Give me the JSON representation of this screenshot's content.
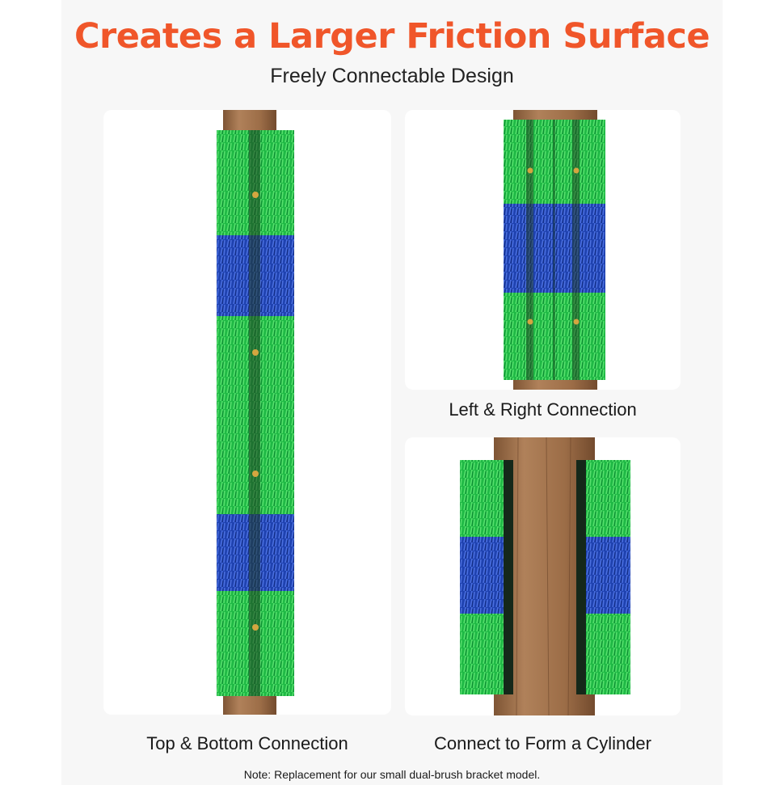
{
  "title": "Creates a Larger Friction Surface",
  "subtitle": "Freely Connectable Design",
  "captions": {
    "left_right": "Left & Right Connection",
    "top_bottom": "Top & Bottom Connection",
    "cylinder": "Connect to Form a Cylinder"
  },
  "note": "Note: Replacement for our small dual-brush bracket model.",
  "colors": {
    "title": "#f0562a",
    "bristle_green": "#22c34a",
    "bristle_blue": "#2046b8",
    "wood": "#a9774e"
  }
}
